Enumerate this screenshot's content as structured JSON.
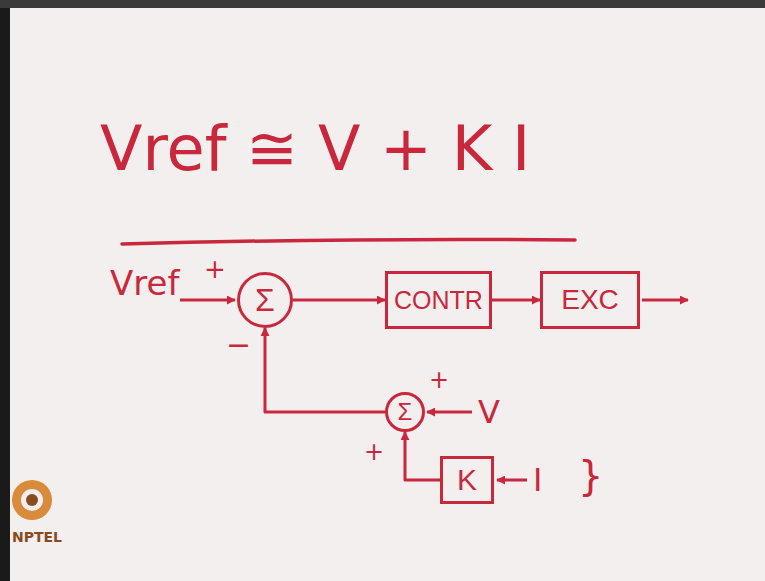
{
  "diagram": {
    "title": "Vref ≅ V + K I",
    "nodes": [
      {
        "text": [
          "Σ"
        ]
      },
      {
        "text": [
          "CONTR"
        ]
      },
      {
        "text": [
          "EXC"
        ]
      },
      {
        "text": [
          "Σ"
        ]
      },
      {
        "text": [
          "K"
        ]
      }
    ],
    "edges": [
      {
        "from": 0,
        "to": 1,
        "arrow": "to"
      },
      {
        "from": 1,
        "to": 2,
        "arrow": "to"
      },
      {
        "from": 3,
        "to": 0,
        "arrow": "to"
      },
      {
        "from": 4,
        "to": 3,
        "arrow": "to"
      }
    ],
    "labels": [
      "Vref",
      "+",
      "−",
      "+",
      "V",
      "+",
      "I",
      "}",
      "NPTEL"
    ]
  }
}
